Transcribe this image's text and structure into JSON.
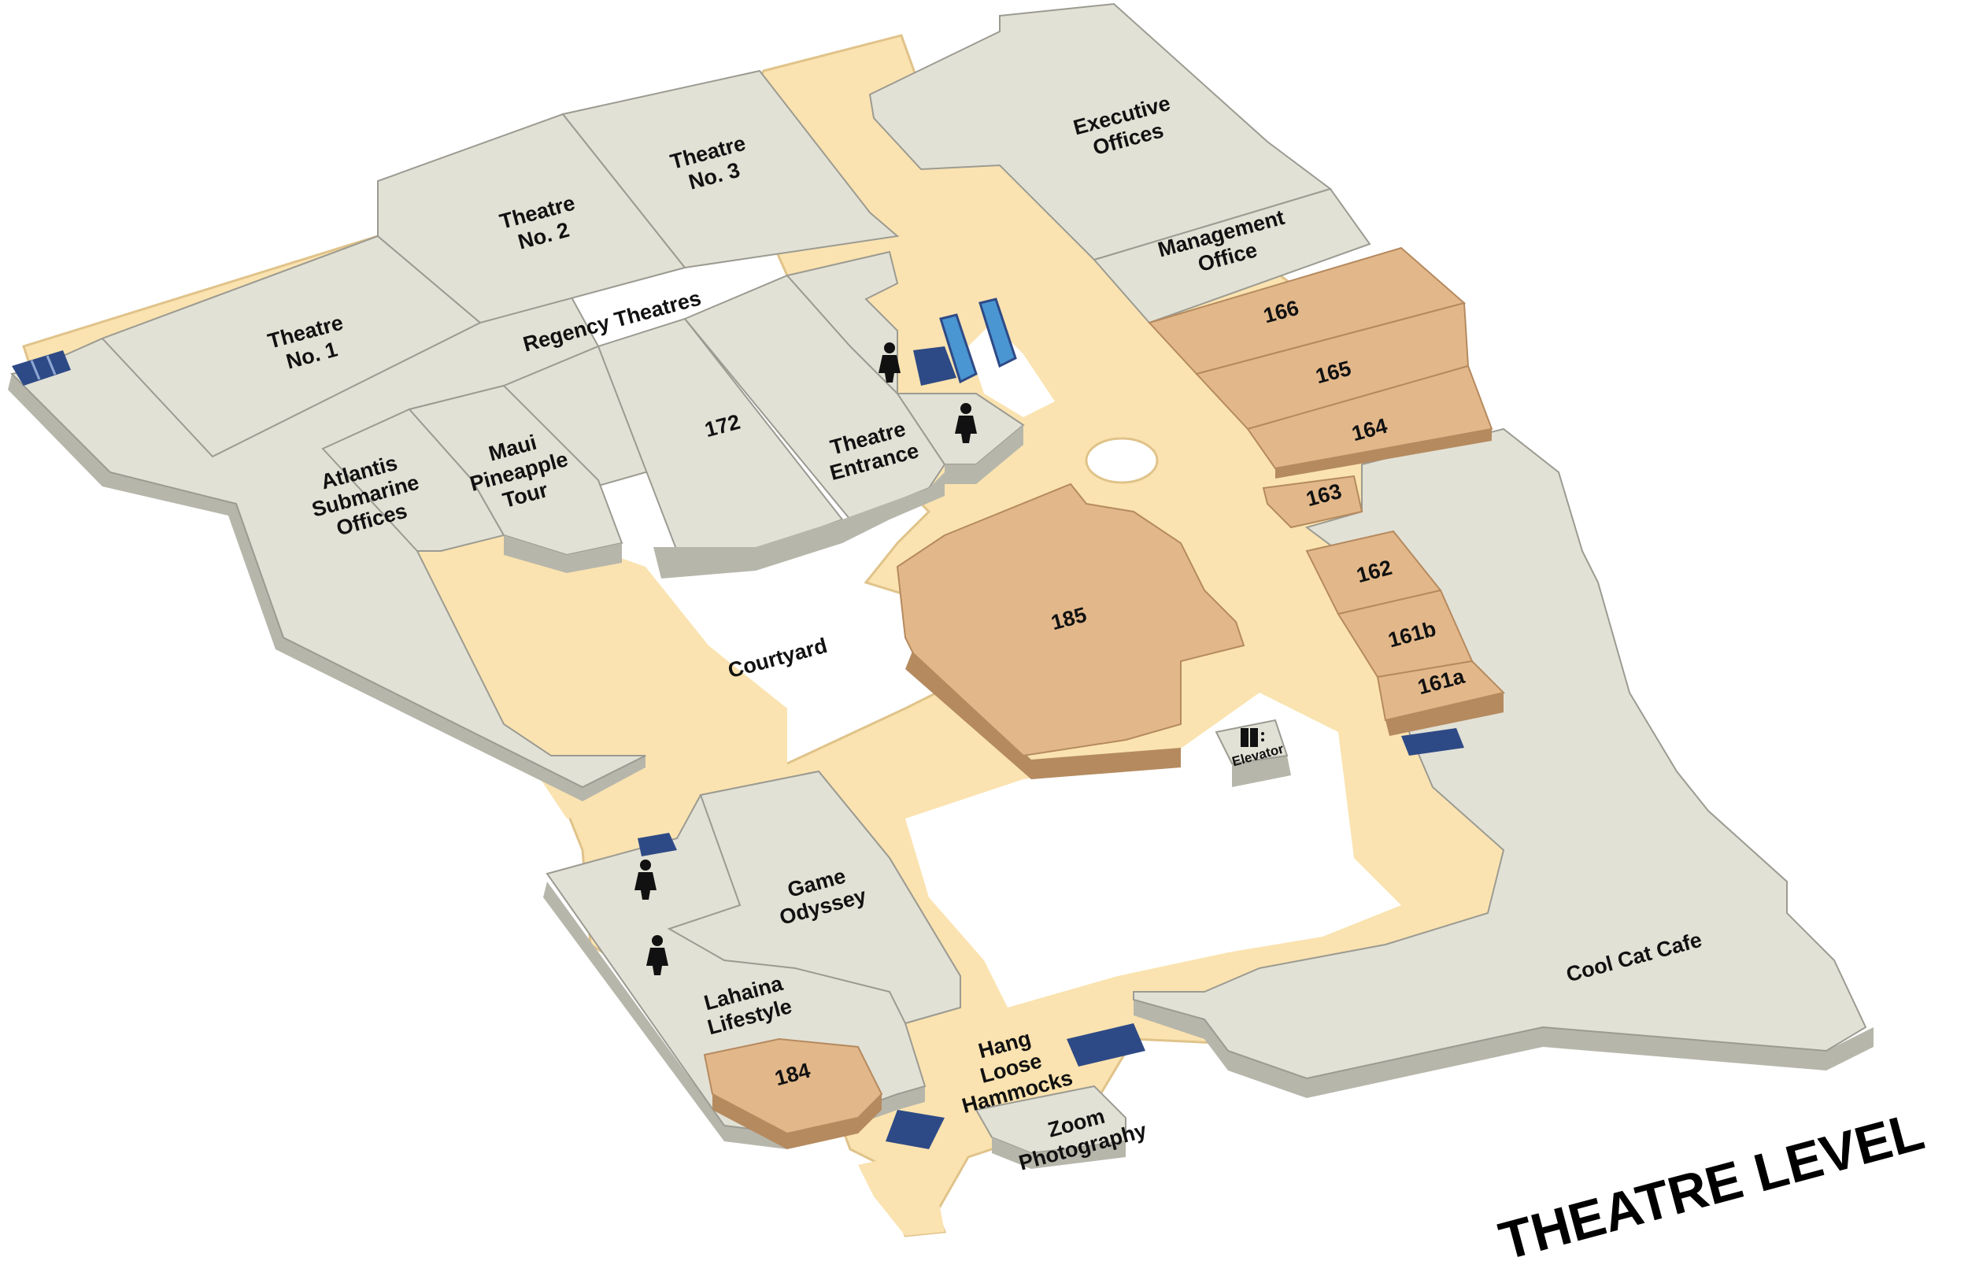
{
  "colors": {
    "corridor": "#fae3b0",
    "corridor_edge": "#e0c38a",
    "gray_top": "#e2e1d6",
    "gray_side": "#b7b6ab",
    "gray_line": "#9c9b92",
    "tan_top": "#e2b88b",
    "tan_side": "#b58a5f",
    "stairs": "#2e4a86",
    "escalator": "#4a96d2",
    "void": "#ffffff"
  },
  "title": "THEATRE LEVEL",
  "labels": {
    "theatre1": [
      "Theatre",
      "No. 1"
    ],
    "theatre2": [
      "Theatre",
      "No. 2"
    ],
    "theatre3": [
      "Theatre",
      "No. 3"
    ],
    "regency": [
      "Regency Theatres"
    ],
    "exec": [
      "Executive",
      "Offices"
    ],
    "mgmt": [
      "Management",
      "Office"
    ],
    "u166": [
      "166"
    ],
    "u165": [
      "165"
    ],
    "u164": [
      "164"
    ],
    "u163": [
      "163"
    ],
    "u162": [
      "162"
    ],
    "u161b": [
      "161b"
    ],
    "u161a": [
      "161a"
    ],
    "u185": [
      "185"
    ],
    "u172": [
      "172"
    ],
    "theatre_entrance": [
      "Theatre",
      "Entrance"
    ],
    "atlantis": [
      "Atlantis",
      "Submarine",
      "Offices"
    ],
    "maui": [
      "Maui",
      "Pineapple",
      "Tour"
    ],
    "courtyard": [
      "Courtyard"
    ],
    "elevator": [
      "Elevator"
    ],
    "game": [
      "Game",
      "Odyssey"
    ],
    "lahaina": [
      "Lahaina",
      "Lifestyle"
    ],
    "u184": [
      "184"
    ],
    "hang": [
      "Hang",
      "Loose",
      "Hammocks"
    ],
    "zoom": [
      "Zoom",
      "Photography"
    ],
    "coolcat": [
      "Cool Cat Cafe"
    ]
  },
  "icons": {
    "restroom": "restroom-person-icon",
    "elevator": "elevator-icon",
    "stairs": "stairs-icon",
    "escalator": "escalator-icon"
  }
}
